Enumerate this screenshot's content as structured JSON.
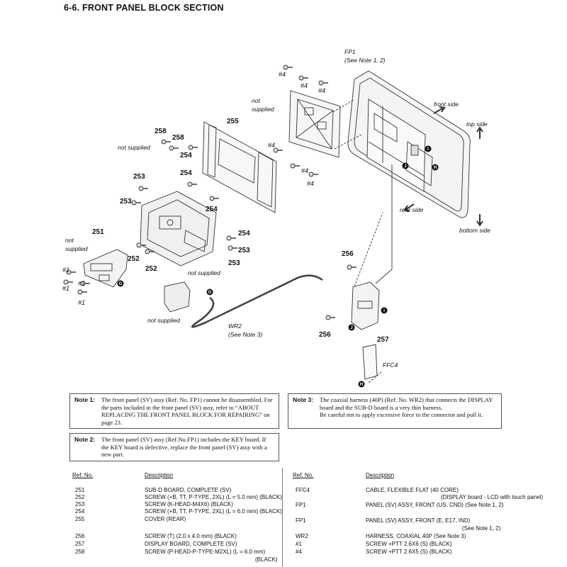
{
  "title": "6-6.   FRONT PANEL BLOCK SECTION",
  "diagram_labels": {
    "fp1": "FP1",
    "see_note_12": "(See Note 1, 2)",
    "front_side": "front side",
    "top_side": "top side",
    "rear_side": "rear side",
    "bottom_side": "bottom side",
    "not": "not",
    "supplied": "supplied",
    "not_supplied": "not supplied",
    "wr2": "WR2",
    "see_note_3": "(See Note 3)",
    "ffc4": "FFC4",
    "n251": "251",
    "n252": "252",
    "n253": "253",
    "n254": "254",
    "n255": "255",
    "n256": "256",
    "n257": "257",
    "n258": "258",
    "h1": "#1",
    "h4": "#4",
    "mG": "G",
    "mH": "H",
    "mI": "I",
    "mJ": "J"
  },
  "notes": {
    "note1": {
      "title": "Note 1:",
      "text": "The front panel (SV) assy (Ref. No. FP1) cannot be disassembled. For the parts included in the front panel (SV) assy, refer to “ABOUT REPLACING THE FRONT PANEL BLOCK FOR REPAIRING” on page 23."
    },
    "note2": {
      "title": "Note 2:",
      "text": "The front panel (SV) assy (Ref.No.FP1) includes the KEY board. If the KEY board is defective, replace the front panel (SV) assy with a new part."
    },
    "note3": {
      "title": "Note 3:",
      "text": "The coaxial harness (40P) (Ref. No. WR2) that connects the DISPLAY board and the SUB-D board is a very thin harness.",
      "text2": "Be careful not to apply excessive force to the connector and pull it."
    }
  },
  "parts_headers": {
    "ref": "Ref. No.",
    "desc": "Description"
  },
  "parts_left": [
    {
      "ref": "251",
      "desc": "SUB-D BOARD, COMPLETE (SV)"
    },
    {
      "ref": "252",
      "desc": "SCREW (+B, TT, P-TYPE, 2XL) (L = 5.0 mm) (BLACK)"
    },
    {
      "ref": "253",
      "desc": "SCREW (K-HEAD-M4X6) (BLACK)"
    },
    {
      "ref": "254",
      "desc": "SCREW (+B, TT, P-TYPE, 2XL) (L = 6.0 mm) (BLACK)"
    },
    {
      "ref": "255",
      "desc": "COVER (REAR)"
    },
    {
      "ref": "256",
      "desc": "SCREW (T) (2.0 x 4.0 mm) (BLACK)"
    },
    {
      "ref": "257",
      "desc": "DISPLAY BOARD, COMPLETE (SV)"
    },
    {
      "ref": "258",
      "desc": "SCREW (P-HEAD-P-TYPE-M2XL) (L = 6.0 mm)"
    }
  ],
  "parts_left_cont": "(BLACK)",
  "parts_right": [
    {
      "ref": "FFC4",
      "desc": "CABLE, FLEXIBLE FLAT (40 CORE)"
    },
    {
      "ref": "",
      "desc": "(DISPLAY board - LCD with touch panel)"
    },
    {
      "ref": "FP1",
      "desc": "PANEL (SV) ASSY, FRONT (US, CND) (See Note 1, 2)"
    },
    {
      "ref": "FP1",
      "desc": "PANEL (SV) ASSY, FRONT (E, E17, IND)"
    },
    {
      "ref": "",
      "desc": "(See Note 1, 2)"
    },
    {
      "ref": "WR2",
      "desc": "HARNESS, COAXIAL 40P (See Note 3)"
    },
    {
      "ref": "#1",
      "desc": "SCREW +PTT 2.6X6 (S) (BLACK)"
    },
    {
      "ref": "#4",
      "desc": "SCREW +PTT 2.6X5 (S) (BLACK)"
    }
  ]
}
